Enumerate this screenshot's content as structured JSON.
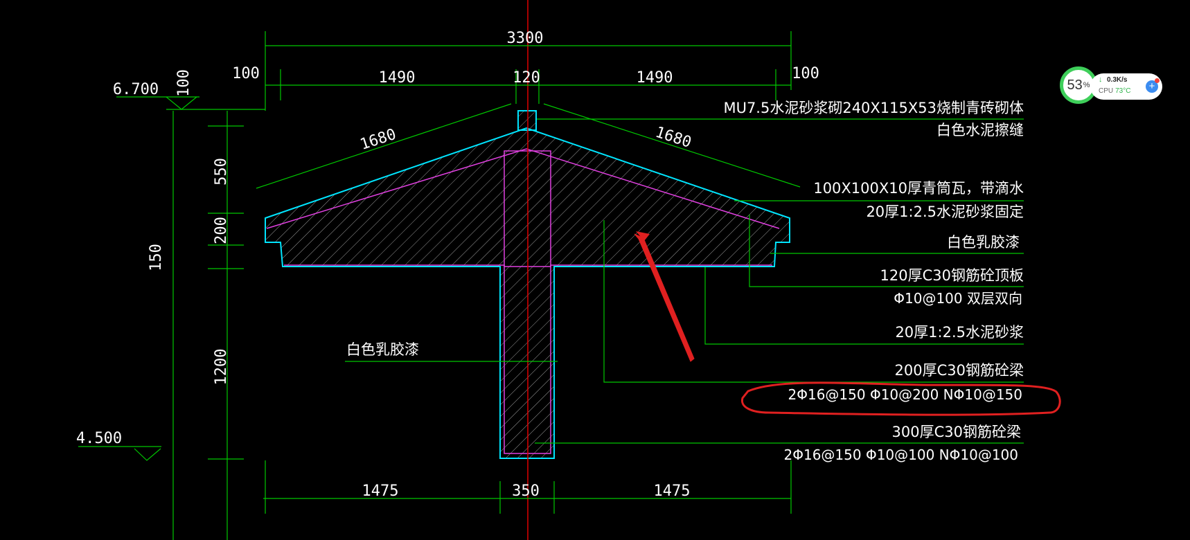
{
  "drawing": {
    "levels": {
      "top": "6.700",
      "bottom": "4.500"
    },
    "dims_top": {
      "overall": "3300",
      "left_margin": "100",
      "right_margin": "100",
      "left_span": "1490",
      "center": "120",
      "right_span": "1490",
      "left_slope": "1680",
      "right_slope": "1680"
    },
    "dims_left": {
      "level_tag": "100",
      "overall": "150",
      "seg_550": "550",
      "seg_200": "200",
      "seg_1200": "1200"
    },
    "dims_bottom": {
      "left": "1475",
      "center": "350",
      "right": "1475"
    },
    "notes": {
      "brick": "MU7.5水泥砂浆砌240X115X53烧制青砖砌体",
      "joint": "白色水泥擦缝",
      "tile": "100X100X10厚青筒瓦，带滴水",
      "tile_mortar": "20厚1:2.5水泥砂浆固定",
      "latex_right": "白色乳胶漆",
      "slab": "120厚C30钢筋砼顶板",
      "slab_rebar": "Φ10@100   双层双向",
      "plaster": "20厚1:2.5水泥砂浆",
      "beam200": "200厚C30钢筋砼梁",
      "beam200_rebar": "2Φ16@150   Φ10@200   NΦ10@150",
      "beam300": "300厚C30钢筋砼梁",
      "beam300_rebar": "2Φ16@150   Φ10@100   NΦ10@100",
      "latex_left": "白色乳胶漆"
    }
  },
  "monitor": {
    "percent": "53",
    "percent_unit": "%",
    "net_speed": "0.3K/s",
    "cpu_label": "CPU",
    "cpu_temp": "73°C",
    "down_icon": "↓",
    "plus_icon": "+"
  },
  "colors": {
    "dim_line": "#00c800",
    "section_outline": "#00e5ff",
    "inner_line": "#e040e0",
    "axis": "#e00000",
    "markup": "#e02020"
  }
}
